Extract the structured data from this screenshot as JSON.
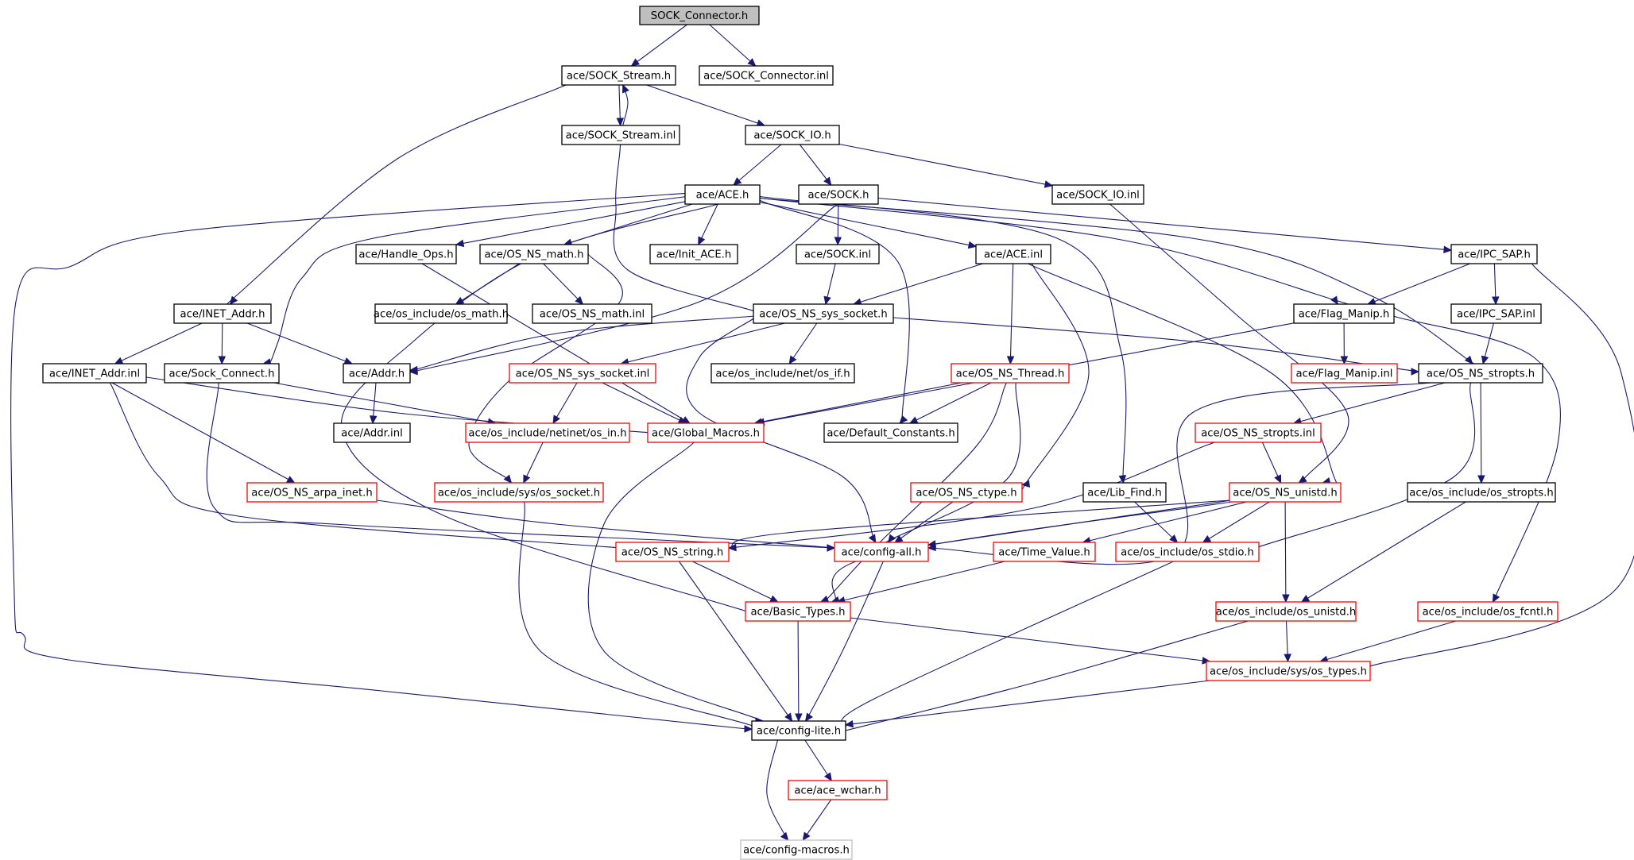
{
  "graph": {
    "title": "SOCK_Connector.h",
    "style": {
      "edge_color": "#191970",
      "normal_border": "#000000",
      "truncated_border": "#ff0000",
      "root_fill": "#bfbfbf",
      "external_border": "#bfbfbf",
      "background": "#ffffff"
    },
    "nodes": [
      {
        "id": "SOCK_Connector_h",
        "label": "SOCK_Connector.h",
        "kind": "root"
      },
      {
        "id": "SOCK_Stream_h",
        "label": "ace/SOCK_Stream.h",
        "kind": "normal"
      },
      {
        "id": "SOCK_Connector_inl",
        "label": "ace/SOCK_Connector.inl",
        "kind": "normal"
      },
      {
        "id": "SOCK_Stream_inl",
        "label": "ace/SOCK_Stream.inl",
        "kind": "normal"
      },
      {
        "id": "SOCK_IO_h",
        "label": "ace/SOCK_IO.h",
        "kind": "normal"
      },
      {
        "id": "ACE_h",
        "label": "ace/ACE.h",
        "kind": "normal"
      },
      {
        "id": "SOCK_h",
        "label": "ace/SOCK.h",
        "kind": "normal"
      },
      {
        "id": "SOCK_IO_inl",
        "label": "ace/SOCK_IO.inl",
        "kind": "normal"
      },
      {
        "id": "Handle_Ops_h",
        "label": "ace/Handle_Ops.h",
        "kind": "normal"
      },
      {
        "id": "OS_NS_math_h",
        "label": "ace/OS_NS_math.h",
        "kind": "normal"
      },
      {
        "id": "Init_ACE_h",
        "label": "ace/Init_ACE.h",
        "kind": "normal"
      },
      {
        "id": "SOCK_inl",
        "label": "ace/SOCK.inl",
        "kind": "normal"
      },
      {
        "id": "ACE_inl",
        "label": "ace/ACE.inl",
        "kind": "normal"
      },
      {
        "id": "IPC_SAP_h",
        "label": "ace/IPC_SAP.h",
        "kind": "normal"
      },
      {
        "id": "INET_Addr_h",
        "label": "ace/INET_Addr.h",
        "kind": "normal"
      },
      {
        "id": "os_math_h",
        "label": "ace/os_include/os_math.h",
        "kind": "normal"
      },
      {
        "id": "OS_NS_math_inl",
        "label": "ace/OS_NS_math.inl",
        "kind": "normal"
      },
      {
        "id": "OS_NS_sys_socket_h",
        "label": "ace/OS_NS_sys_socket.h",
        "kind": "normal"
      },
      {
        "id": "Flag_Manip_h",
        "label": "ace/Flag_Manip.h",
        "kind": "normal"
      },
      {
        "id": "IPC_SAP_inl",
        "label": "ace/IPC_SAP.inl",
        "kind": "normal"
      },
      {
        "id": "INET_Addr_inl",
        "label": "ace/INET_Addr.inl",
        "kind": "normal"
      },
      {
        "id": "Sock_Connect_h",
        "label": "ace/Sock_Connect.h",
        "kind": "normal"
      },
      {
        "id": "Addr_h",
        "label": "ace/Addr.h",
        "kind": "normal"
      },
      {
        "id": "OS_NS_sys_socket_inl",
        "label": "ace/OS_NS_sys_socket.inl",
        "kind": "truncated"
      },
      {
        "id": "os_if_h",
        "label": "ace/os_include/net/os_if.h",
        "kind": "normal"
      },
      {
        "id": "OS_NS_Thread_h",
        "label": "ace/OS_NS_Thread.h",
        "kind": "truncated"
      },
      {
        "id": "Flag_Manip_inl",
        "label": "ace/Flag_Manip.inl",
        "kind": "truncated"
      },
      {
        "id": "OS_NS_stropts_h",
        "label": "ace/OS_NS_stropts.h",
        "kind": "normal"
      },
      {
        "id": "Addr_inl",
        "label": "ace/Addr.inl",
        "kind": "normal"
      },
      {
        "id": "os_in_h",
        "label": "ace/os_include/netinet/os_in.h",
        "kind": "truncated"
      },
      {
        "id": "Global_Macros_h",
        "label": "ace/Global_Macros.h",
        "kind": "truncated"
      },
      {
        "id": "Default_Constants_h",
        "label": "ace/Default_Constants.h",
        "kind": "normal"
      },
      {
        "id": "OS_NS_stropts_inl",
        "label": "ace/OS_NS_stropts.inl",
        "kind": "truncated"
      },
      {
        "id": "OS_NS_arpa_inet_h",
        "label": "ace/OS_NS_arpa_inet.h",
        "kind": "truncated"
      },
      {
        "id": "os_socket_h",
        "label": "ace/os_include/sys/os_socket.h",
        "kind": "truncated"
      },
      {
        "id": "OS_NS_ctype_h",
        "label": "ace/OS_NS_ctype.h",
        "kind": "truncated"
      },
      {
        "id": "Lib_Find_h",
        "label": "ace/Lib_Find.h",
        "kind": "normal"
      },
      {
        "id": "OS_NS_unistd_h",
        "label": "ace/OS_NS_unistd.h",
        "kind": "truncated"
      },
      {
        "id": "os_stropts_h",
        "label": "ace/os_include/os_stropts.h",
        "kind": "normal"
      },
      {
        "id": "OS_NS_string_h",
        "label": "ace/OS_NS_string.h",
        "kind": "truncated"
      },
      {
        "id": "config_all_h",
        "label": "ace/config-all.h",
        "kind": "truncated"
      },
      {
        "id": "Time_Value_h",
        "label": "ace/Time_Value.h",
        "kind": "truncated"
      },
      {
        "id": "os_stdio_h",
        "label": "ace/os_include/os_stdio.h",
        "kind": "truncated"
      },
      {
        "id": "Basic_Types_h",
        "label": "ace/Basic_Types.h",
        "kind": "truncated"
      },
      {
        "id": "os_unistd_h",
        "label": "ace/os_include/os_unistd.h",
        "kind": "truncated"
      },
      {
        "id": "os_fcntl_h",
        "label": "ace/os_include/os_fcntl.h",
        "kind": "truncated"
      },
      {
        "id": "os_types_h",
        "label": "ace/os_include/sys/os_types.h",
        "kind": "truncated"
      },
      {
        "id": "config_lite_h",
        "label": "ace/config-lite.h",
        "kind": "normal"
      },
      {
        "id": "ace_wchar_h",
        "label": "ace/ace_wchar.h",
        "kind": "truncated"
      },
      {
        "id": "config_macros_h",
        "label": "ace/config-macros.h",
        "kind": "external"
      }
    ],
    "edges": [
      [
        "SOCK_Connector_h",
        "SOCK_Stream_h"
      ],
      [
        "SOCK_Connector_h",
        "SOCK_Connector_inl"
      ],
      [
        "SOCK_Stream_h",
        "SOCK_Stream_inl"
      ],
      [
        "SOCK_Stream_inl",
        "SOCK_Stream_h"
      ],
      [
        "SOCK_Stream_h",
        "SOCK_IO_h"
      ],
      [
        "SOCK_Stream_h",
        "INET_Addr_h"
      ],
      [
        "SOCK_Stream_inl",
        "OS_NS_sys_socket_h"
      ],
      [
        "SOCK_IO_h",
        "ACE_h"
      ],
      [
        "SOCK_IO_h",
        "SOCK_h"
      ],
      [
        "SOCK_IO_h",
        "SOCK_IO_inl"
      ],
      [
        "SOCK_IO_inl",
        "OS_NS_unistd_h"
      ],
      [
        "ACE_h",
        "Handle_Ops_h"
      ],
      [
        "ACE_h",
        "OS_NS_math_h"
      ],
      [
        "ACE_h",
        "Init_ACE_h"
      ],
      [
        "ACE_h",
        "ACE_inl"
      ],
      [
        "ACE_h",
        "Sock_Connect_h"
      ],
      [
        "ACE_h",
        "Flag_Manip_h"
      ],
      [
        "ACE_h",
        "Default_Constants_h"
      ],
      [
        "ACE_h",
        "Lib_Find_h"
      ],
      [
        "ACE_h",
        "OS_NS_stropts_h"
      ],
      [
        "ACE_h",
        "config_lite_h"
      ],
      [
        "ACE_h",
        "Basic_Types_h"
      ],
      [
        "SOCK_h",
        "SOCK_inl"
      ],
      [
        "SOCK_h",
        "IPC_SAP_h"
      ],
      [
        "SOCK_h",
        "Addr_h"
      ],
      [
        "SOCK_inl",
        "OS_NS_sys_socket_h"
      ],
      [
        "ACE_inl",
        "OS_NS_sys_socket_h"
      ],
      [
        "ACE_inl",
        "OS_NS_Thread_h"
      ],
      [
        "ACE_inl",
        "OS_NS_ctype_h"
      ],
      [
        "ACE_inl",
        "OS_NS_unistd_h"
      ],
      [
        "IPC_SAP_h",
        "IPC_SAP_inl"
      ],
      [
        "IPC_SAP_h",
        "Flag_Manip_h"
      ],
      [
        "IPC_SAP_h",
        "os_types_h"
      ],
      [
        "IPC_SAP_inl",
        "OS_NS_stropts_h"
      ],
      [
        "OS_NS_math_h",
        "os_math_h"
      ],
      [
        "OS_NS_math_h",
        "OS_NS_math_inl"
      ],
      [
        "OS_NS_math_h",
        "os_socket_h"
      ],
      [
        "Handle_Ops_h",
        "Global_Macros_h"
      ],
      [
        "INET_Addr_h",
        "INET_Addr_inl"
      ],
      [
        "INET_Addr_h",
        "Sock_Connect_h"
      ],
      [
        "INET_Addr_h",
        "Addr_h"
      ],
      [
        "INET_Addr_inl",
        "OS_NS_arpa_inet_h"
      ],
      [
        "INET_Addr_inl",
        "Global_Macros_h"
      ],
      [
        "INET_Addr_inl",
        "OS_NS_string_h"
      ],
      [
        "Sock_Connect_h",
        "os_in_h"
      ],
      [
        "Sock_Connect_h",
        "config_all_h"
      ],
      [
        "Addr_h",
        "Addr_inl"
      ],
      [
        "OS_NS_sys_socket_h",
        "OS_NS_sys_socket_inl"
      ],
      [
        "OS_NS_sys_socket_h",
        "os_if_h"
      ],
      [
        "OS_NS_sys_socket_h",
        "OS_NS_stropts_h"
      ],
      [
        "OS_NS_sys_socket_h",
        "config_all_h"
      ],
      [
        "OS_NS_sys_socket_h",
        "Addr_h"
      ],
      [
        "OS_NS_sys_socket_inl",
        "os_in_h"
      ],
      [
        "OS_NS_sys_socket_inl",
        "Global_Macros_h"
      ],
      [
        "os_in_h",
        "os_socket_h"
      ],
      [
        "OS_NS_Thread_h",
        "Global_Macros_h"
      ],
      [
        "OS_NS_Thread_h",
        "Default_Constants_h"
      ],
      [
        "OS_NS_Thread_h",
        "config_all_h"
      ],
      [
        "OS_NS_Thread_h",
        "Basic_Types_h"
      ],
      [
        "Flag_Manip_h",
        "Flag_Manip_inl"
      ],
      [
        "Flag_Manip_h",
        "Global_Macros_h"
      ],
      [
        "Flag_Manip_h",
        "os_fcntl_h"
      ],
      [
        "OS_NS_stropts_h",
        "OS_NS_stropts_inl"
      ],
      [
        "OS_NS_stropts_h",
        "os_stropts_h"
      ],
      [
        "OS_NS_stropts_h",
        "config_all_h"
      ],
      [
        "OS_NS_stropts_h",
        "os_stdio_h"
      ],
      [
        "OS_NS_stropts_inl",
        "OS_NS_unistd_h"
      ],
      [
        "OS_NS_stropts_inl",
        "OS_NS_string_h"
      ],
      [
        "OS_NS_arpa_inet_h",
        "config_all_h"
      ],
      [
        "OS_NS_ctype_h",
        "config_all_h"
      ],
      [
        "Lib_Find_h",
        "os_stdio_h"
      ],
      [
        "OS_NS_unistd_h",
        "config_all_h"
      ],
      [
        "OS_NS_unistd_h",
        "Time_Value_h"
      ],
      [
        "OS_NS_unistd_h",
        "os_stdio_h"
      ],
      [
        "OS_NS_unistd_h",
        "os_unistd_h"
      ],
      [
        "OS_NS_unistd_h",
        "OS_NS_string_h"
      ],
      [
        "OS_NS_unistd_h",
        "Basic_Types_h"
      ],
      [
        "os_stropts_h",
        "os_unistd_h"
      ],
      [
        "OS_NS_string_h",
        "Basic_Types_h"
      ],
      [
        "OS_NS_string_h",
        "config_lite_h"
      ],
      [
        "Time_Value_h",
        "Basic_Types_h"
      ],
      [
        "config_all_h",
        "config_lite_h"
      ],
      [
        "Global_Macros_h",
        "config_lite_h"
      ],
      [
        "os_socket_h",
        "config_lite_h"
      ],
      [
        "os_stdio_h",
        "config_lite_h"
      ],
      [
        "Basic_Types_h",
        "config_lite_h"
      ],
      [
        "Basic_Types_h",
        "os_types_h"
      ],
      [
        "os_unistd_h",
        "os_types_h"
      ],
      [
        "os_unistd_h",
        "config_lite_h"
      ],
      [
        "os_fcntl_h",
        "os_types_h"
      ],
      [
        "os_types_h",
        "config_lite_h"
      ],
      [
        "config_lite_h",
        "ace_wchar_h"
      ],
      [
        "config_lite_h",
        "config_macros_h"
      ],
      [
        "ace_wchar_h",
        "config_macros_h"
      ]
    ]
  }
}
